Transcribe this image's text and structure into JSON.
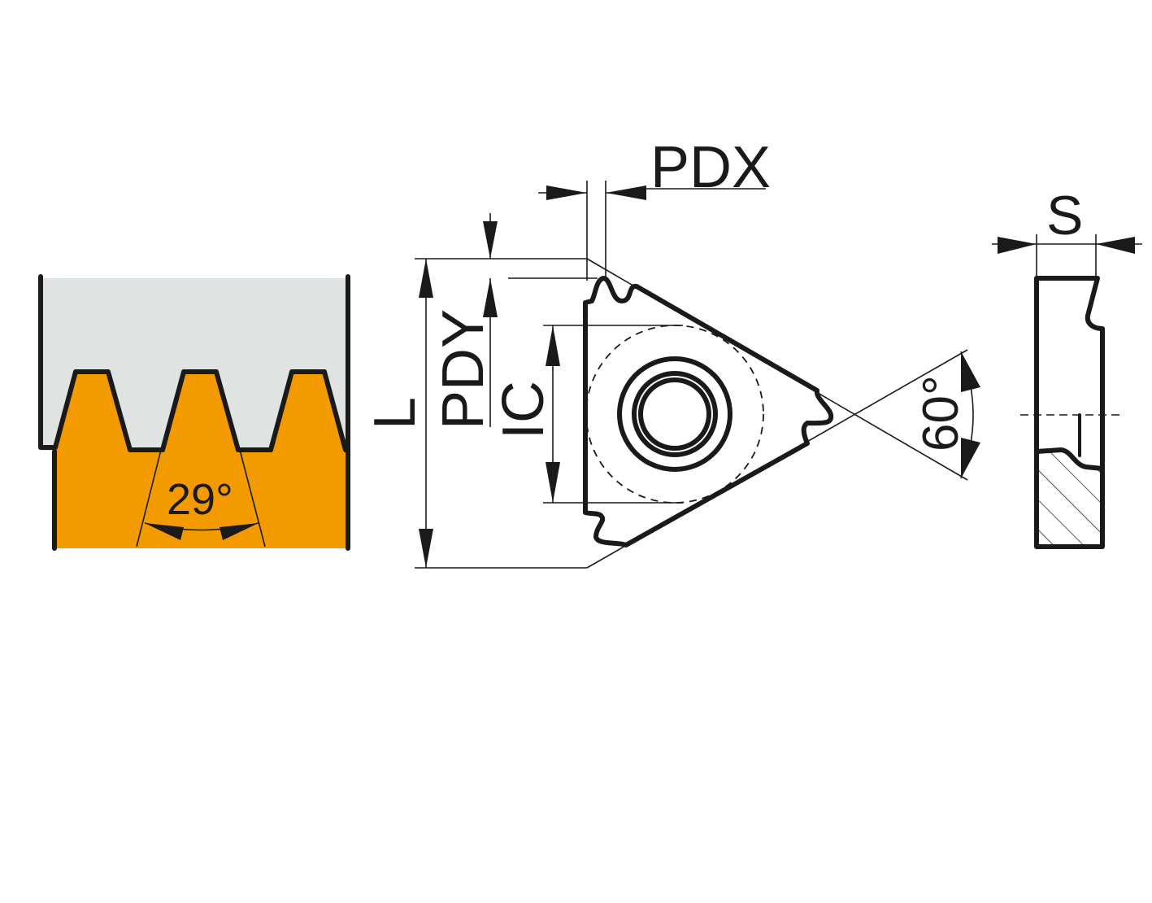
{
  "colors": {
    "insert": "#F39A00",
    "workpiece": "#DFE4E3",
    "outline": "#1a1a1a"
  },
  "thread_view": {
    "angle_label": "29°"
  },
  "insert_view": {
    "length_label": "L",
    "pdy_label": "PDY",
    "ic_label": "IC",
    "pdx_label": "PDX",
    "angle_label": "60°"
  },
  "side_view": {
    "thickness_label": "S"
  }
}
